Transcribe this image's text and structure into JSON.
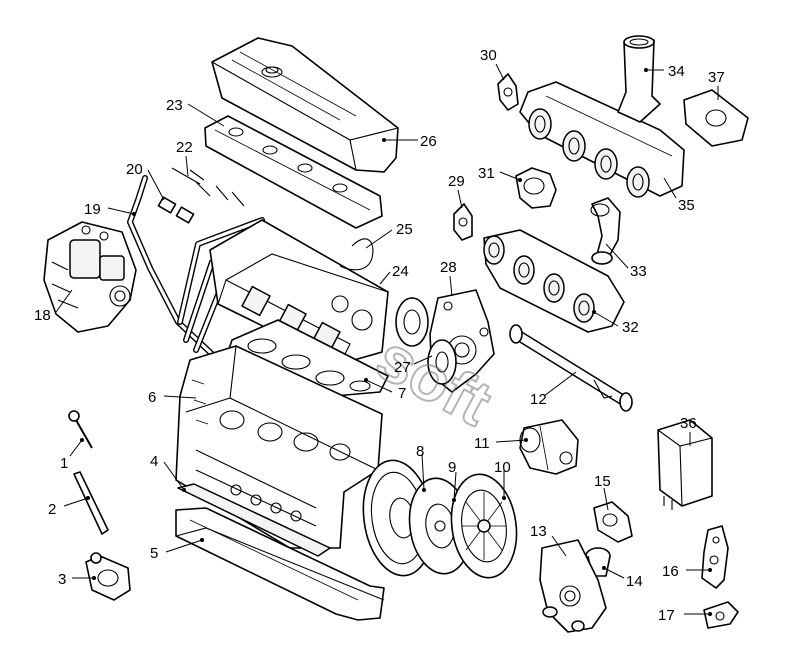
{
  "labels": [
    {
      "id": "1",
      "text": "1"
    },
    {
      "id": "2",
      "text": "2"
    },
    {
      "id": "3",
      "text": "3"
    },
    {
      "id": "4",
      "text": "4"
    },
    {
      "id": "5",
      "text": "5"
    },
    {
      "id": "6",
      "text": "6"
    },
    {
      "id": "7",
      "text": "7"
    },
    {
      "id": "8",
      "text": "8"
    },
    {
      "id": "9",
      "text": "9"
    },
    {
      "id": "10",
      "text": "10"
    },
    {
      "id": "11",
      "text": "11"
    },
    {
      "id": "12",
      "text": "12"
    },
    {
      "id": "13",
      "text": "13"
    },
    {
      "id": "14",
      "text": "14"
    },
    {
      "id": "15",
      "text": "15"
    },
    {
      "id": "16",
      "text": "16"
    },
    {
      "id": "17",
      "text": "17"
    },
    {
      "id": "18",
      "text": "18"
    },
    {
      "id": "19",
      "text": "19"
    },
    {
      "id": "20",
      "text": "20"
    },
    {
      "id": "22",
      "text": "22"
    },
    {
      "id": "23",
      "text": "23"
    },
    {
      "id": "24",
      "text": "24"
    },
    {
      "id": "25",
      "text": "25"
    },
    {
      "id": "26",
      "text": "26"
    },
    {
      "id": "27",
      "text": "27"
    },
    {
      "id": "28",
      "text": "28"
    },
    {
      "id": "29",
      "text": "29"
    },
    {
      "id": "30",
      "text": "30"
    },
    {
      "id": "31",
      "text": "31"
    },
    {
      "id": "32",
      "text": "32"
    },
    {
      "id": "33",
      "text": "33"
    },
    {
      "id": "34",
      "text": "34"
    },
    {
      "id": "35",
      "text": "35"
    },
    {
      "id": "36",
      "text": "36"
    },
    {
      "id": "37",
      "text": "37"
    }
  ],
  "watermark": "soft"
}
